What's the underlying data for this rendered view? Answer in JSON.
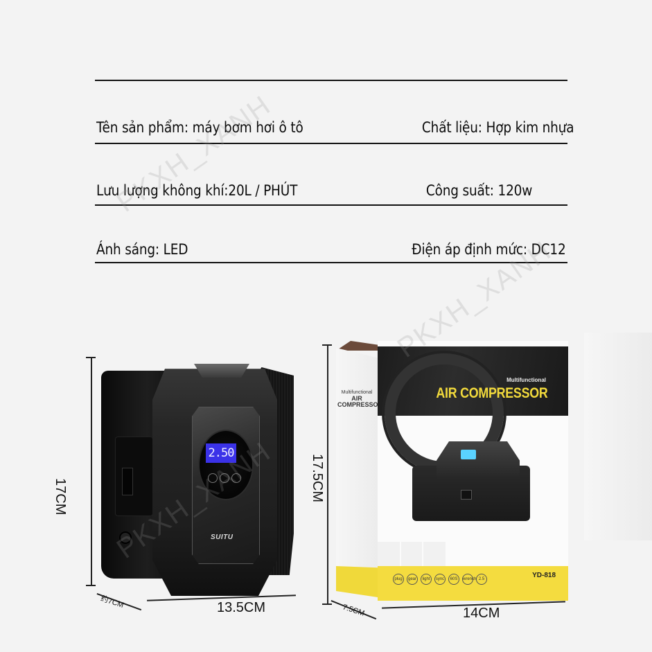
{
  "specs": {
    "product_name": "Tên sản phẩm: máy bơm hơi ô tô",
    "material": "Chất liệu: Hợp kim nhựa",
    "air_flow": "Lưu lượng không khí:20L / PHÚT",
    "power": "Công suất: 120w",
    "lighting": "Ánh sáng: LED",
    "rated_voltage": "Điện áp định mức: DC12"
  },
  "watermark": "PKXH_XANH",
  "device": {
    "lcd_value": "2.50",
    "brand": "SUITU",
    "height_label": "17CM",
    "depth_label": "约7CM",
    "width_label": "13.5CM"
  },
  "box": {
    "subtitle": "Multifunctional",
    "title": "AIR COMPRESSOR",
    "side_subtitle": "Multifunctional",
    "side_title": "AIR COMPRESSOR",
    "model": "YD-818",
    "feature_icons": [
      "plug",
      "gear",
      "light",
      "sync",
      "60S",
      "wrench",
      "2.5"
    ],
    "height_label": "17.5CM",
    "depth_label": "7.5CM",
    "width_label": "14CM"
  },
  "colors": {
    "background": "#f3f3f3",
    "lcd": "#3b32e8",
    "box_yellow": "#f4dc3f",
    "box_title": "#f2da3c"
  }
}
